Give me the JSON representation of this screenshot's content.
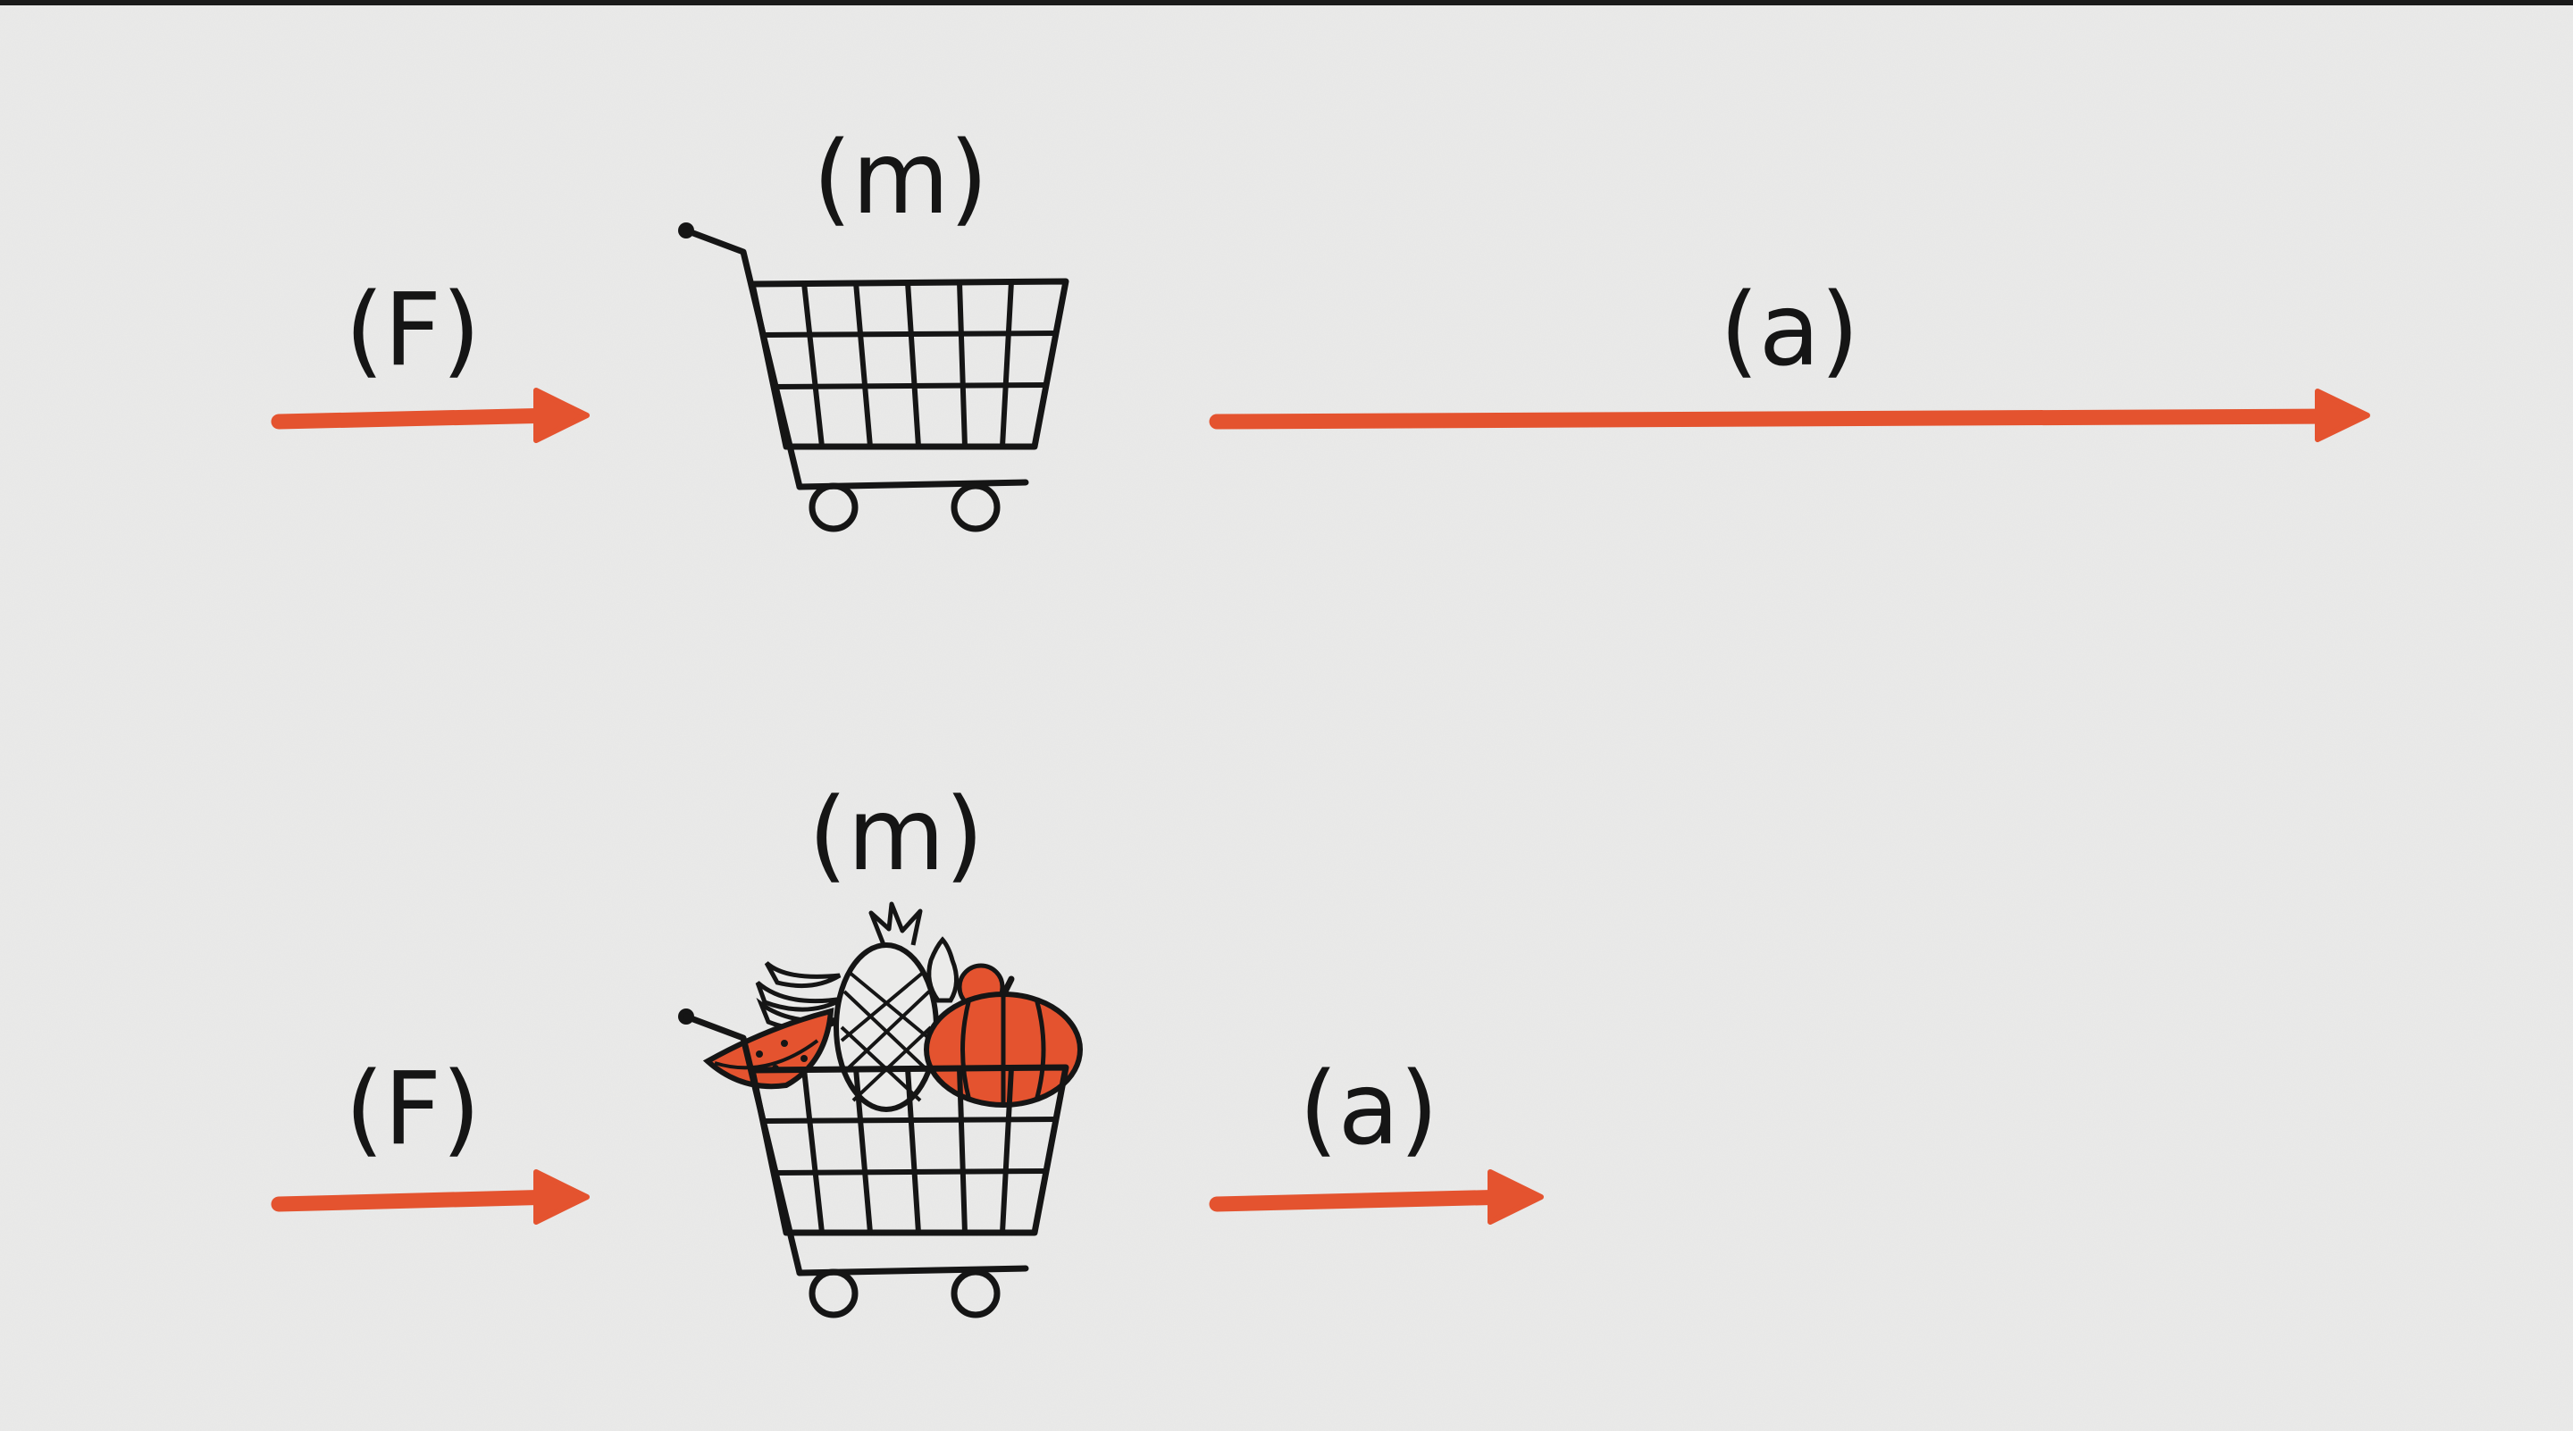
{
  "labels": {
    "force": "(F)",
    "mass": "(m)",
    "acceleration": "(a)"
  },
  "colors": {
    "arrow": "#e4532f",
    "ink": "#151515",
    "fruit": "#e4532f",
    "paper": "#ebebea"
  },
  "scenarios": [
    {
      "name": "empty-cart",
      "cart_contents": "empty",
      "acceleration_arrow": "long"
    },
    {
      "name": "full-cart",
      "cart_contents": "fruit",
      "acceleration_arrow": "short"
    }
  ]
}
